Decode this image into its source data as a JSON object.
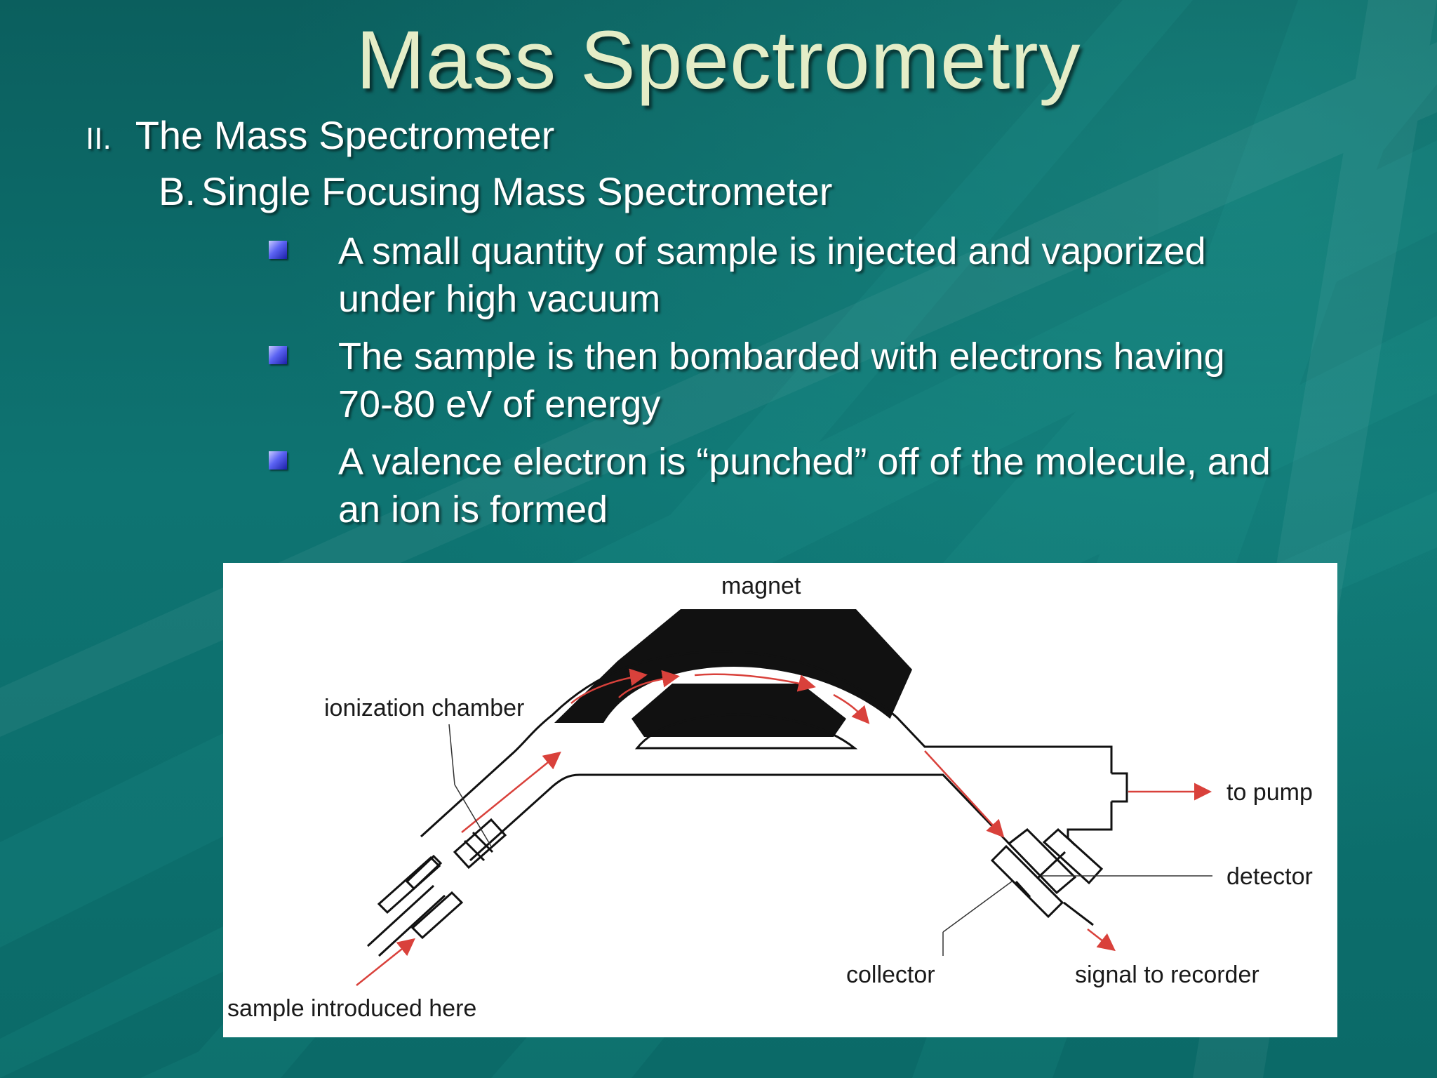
{
  "slide": {
    "title": "Mass Spectrometry",
    "section": {
      "number": "II.",
      "text": "The Mass Spectrometer"
    },
    "subsection": {
      "number": "B.",
      "text": "Single Focusing Mass Spectrometer"
    },
    "bullets": [
      {
        "line1": "A small quantity of sample is injected and vaporized",
        "line2": "under high vacuum"
      },
      {
        "line1": "The sample is then bombarded with electrons having",
        "line2": "70-80 eV of energy"
      },
      {
        "line1": "A valence electron is “punched” off of the molecule, and",
        "line2": "an ion is formed"
      }
    ]
  },
  "diagram": {
    "labels": {
      "magnet": "magnet",
      "ionization_chamber": "ionization chamber",
      "to_pump": "to pump",
      "detector": "detector",
      "collector": "collector",
      "signal_to_recorder": "signal to recorder",
      "sample_introduced": "sample introduced here"
    }
  },
  "colors": {
    "background": "#0d6e6c",
    "title": "#e4edc7",
    "text": "#ffffff",
    "bullet": "#3a40d8",
    "arrow": "#d9413b"
  }
}
